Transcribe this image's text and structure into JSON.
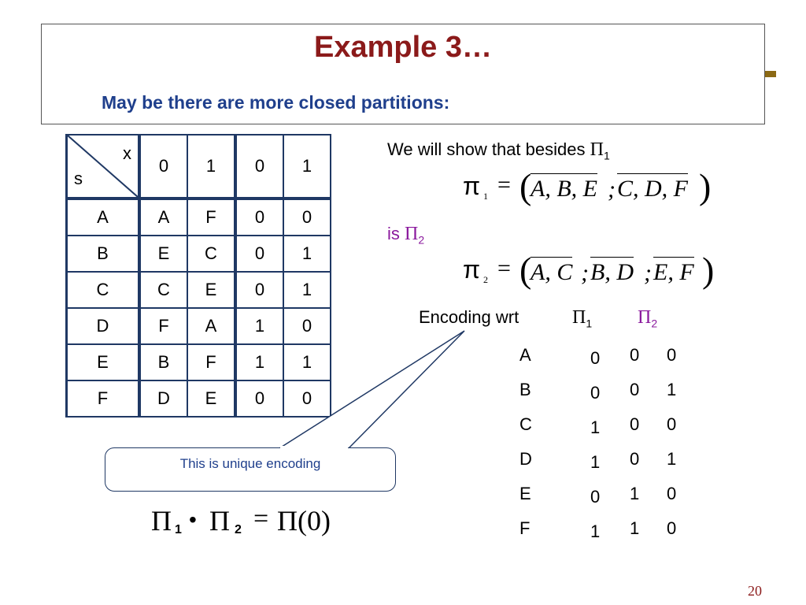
{
  "title": "Example 3…",
  "subtitle": "May be there are more closed partitions:",
  "state_table": {
    "corner_x": "x",
    "corner_s": "s",
    "inputs": [
      "0",
      "1",
      "0",
      "1"
    ],
    "rows": [
      {
        "state": "A",
        "cells": [
          "A",
          "F",
          "0",
          "0"
        ]
      },
      {
        "state": "B",
        "cells": [
          "E",
          "C",
          "0",
          "1"
        ]
      },
      {
        "state": "C",
        "cells": [
          "C",
          "E",
          "0",
          "1"
        ]
      },
      {
        "state": "D",
        "cells": [
          "F",
          "A",
          "1",
          "0"
        ]
      },
      {
        "state": "E",
        "cells": [
          "B",
          "F",
          "1",
          "1"
        ]
      },
      {
        "state": "F",
        "cells": [
          "D",
          "E",
          "0",
          "0"
        ]
      }
    ]
  },
  "show_text": "We will show that besides",
  "pi_symbol": "Π",
  "pi1_sub": "1",
  "pi2_sub": "2",
  "is_text": "is",
  "pi1_def": {
    "lhs": "π",
    "sub": "1",
    "block1": "A, B, E",
    "block2": "C, D, F"
  },
  "pi2_def": {
    "lhs": "π",
    "sub": "2",
    "block1": "A, C",
    "block2": "B, D",
    "block3": "E, F"
  },
  "encoding_label": "Encoding wrt",
  "encoding_rows": [
    {
      "state": "A",
      "p1": "0",
      "p2a": "0",
      "p2b": "0"
    },
    {
      "state": "B",
      "p1": "0",
      "p2a": "0",
      "p2b": "1"
    },
    {
      "state": "C",
      "p1": "1",
      "p2a": "0",
      "p2b": "0"
    },
    {
      "state": "D",
      "p1": "1",
      "p2a": "0",
      "p2b": "1"
    },
    {
      "state": "E",
      "p1": "0",
      "p2a": "1",
      "p2b": "0"
    },
    {
      "state": "F",
      "p1": "1",
      "p2a": "1",
      "p2b": "0"
    }
  ],
  "callout_text": "This is unique encoding",
  "product_eq": {
    "dot": "•",
    "eq": "=",
    "rhs": "Π(0)"
  },
  "page_number": "20"
}
